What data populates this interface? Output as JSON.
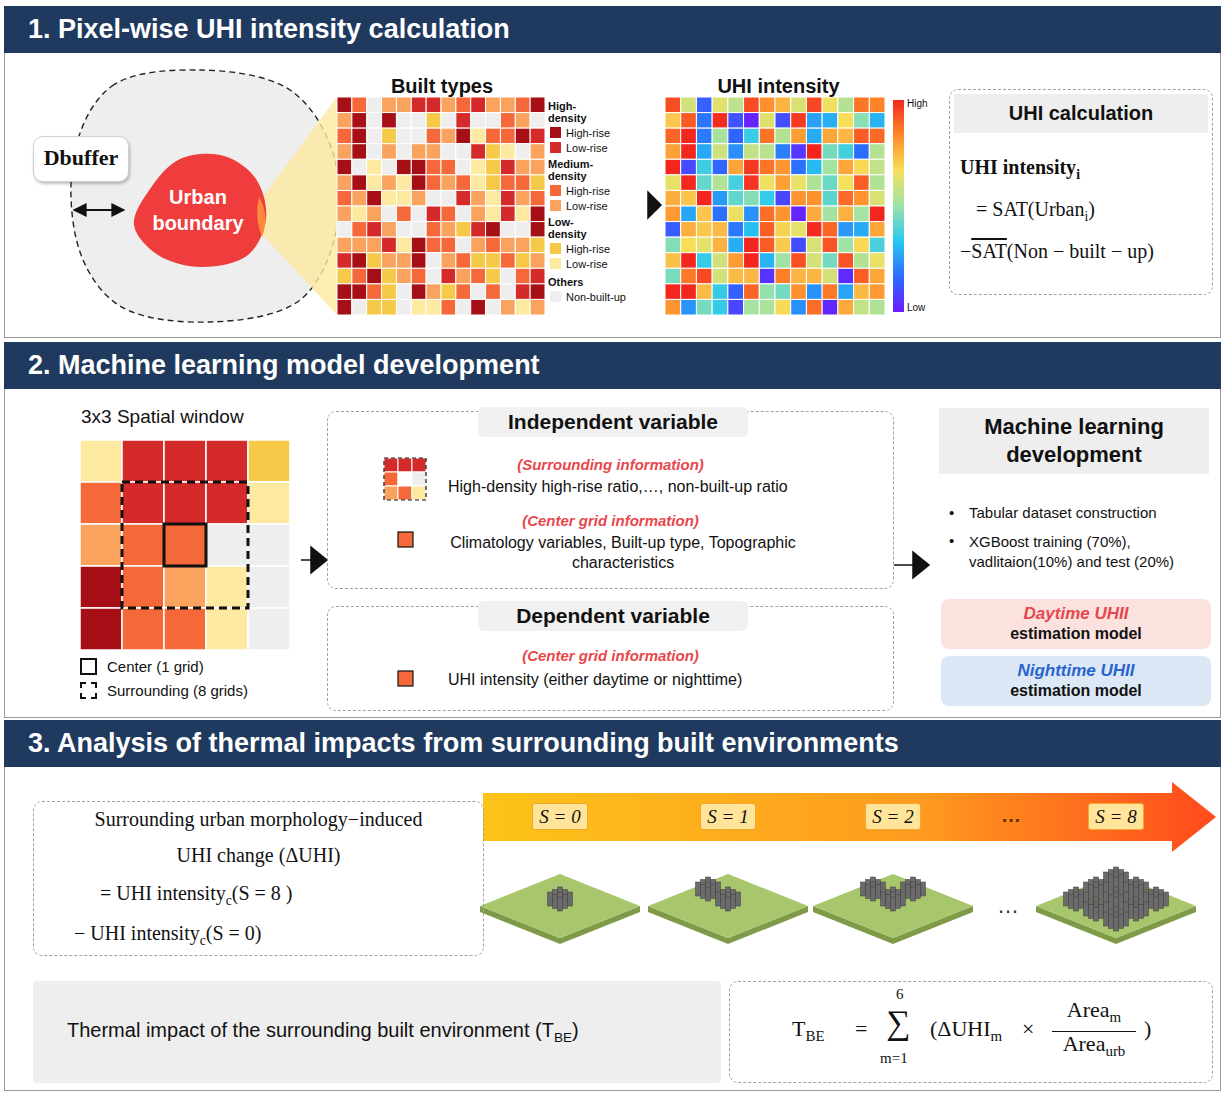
{
  "diagram": {
    "nodes": [
      {
        "text": [
          "1. Pixel-wise UHI intensity calculation"
        ]
      },
      {
        "text": [
          "Dbuffer"
        ],
        "in": 0
      },
      {
        "text": [
          "Urban boundary"
        ],
        "in": 0
      },
      {
        "text": [
          "Built types"
        ],
        "in": 0
      },
      {
        "text": [
          "UHI intensity"
        ],
        "in": 0
      },
      {
        "text": [
          "UHI calculation",
          "UHI intensity",
          "i",
          "= SAT(Urban",
          "i",
          ")",
          "−",
          "SAT",
          "(Non − built − up)"
        ],
        "in": 0
      },
      {
        "text": [
          "2. Machine learning model development"
        ]
      },
      {
        "text": [
          "3x3 Spatial window"
        ],
        "in": 6
      },
      {
        "text": [
          "Independent variable",
          "(Surrounding information)",
          "High-density high-rise ratio,…, non-built-up ratio",
          "(Center grid information)",
          "Climatology variables, Built-up type, Topographic characteristics"
        ],
        "in": 6
      },
      {
        "text": [
          "Dependent variable",
          "(Center grid information)",
          "UHI intensity (either daytime or nighttime)"
        ],
        "in": 6
      },
      {
        "text": [
          "Machine learning development",
          "•",
          "Tabular dataset construction",
          "•",
          "XGBoost training (70%), vadlitaion(10%) and test (20%)"
        ],
        "in": 6
      },
      {
        "text": [
          "Daytime UHII",
          "estimation model"
        ],
        "in": 6
      },
      {
        "text": [
          "Nighttime UHII",
          "estimation model"
        ],
        "in": 6
      },
      {
        "text": [
          "3. Analysis of thermal impacts from surrounding built environments"
        ]
      },
      {
        "text": [
          "Surrounding urban morphology−induced",
          "UHI change (ΔUHI)",
          "= UHI intensity",
          "c",
          "(S = 8 )",
          "− UHI intensity",
          "c",
          "(S = 0)"
        ],
        "in": 13
      },
      {
        "text": [
          "Thermal impact of the surrounding built environment (T",
          "BE",
          ")"
        ],
        "in": 13
      },
      {
        "text": [
          "T",
          "BE",
          "=",
          "6",
          "∑",
          "m=1",
          "(ΔUHI",
          "m",
          "×",
          "Area",
          "m",
          "Area",
          "urb",
          ")"
        ],
        "in": 13
      }
    ],
    "edges": [
      {
        "from": 3,
        "to": 4,
        "arrow": "to"
      },
      {
        "from": 7,
        "to": 8,
        "arrow": "to"
      },
      {
        "from": 8,
        "to": 10,
        "arrow": "to"
      }
    ],
    "labels": [
      "High-density",
      "Medium-density",
      "Low-density",
      "Others",
      "High",
      "Low",
      "S = 0",
      "S = 1",
      "S = 2",
      "…",
      "S = 8",
      "…"
    ],
    "legend": [
      {
        "text": "High-rise",
        "color": "#a50f15"
      },
      {
        "text": "Low-rise",
        "color": "#d42a2a"
      },
      {
        "text": "High-rise",
        "color": "#f4683a"
      },
      {
        "text": "Low-rise",
        "color": "#f9a35e"
      },
      {
        "text": "High-rise",
        "color": "#f7c948"
      },
      {
        "text": "Low-rise",
        "color": "#fde9a0"
      },
      {
        "text": "Non-built-up",
        "color": "#eeeeee"
      },
      {
        "text": "Center (1 grid)"
      },
      {
        "text": "Surrounding (8 grids)"
      }
    ]
  }
}
